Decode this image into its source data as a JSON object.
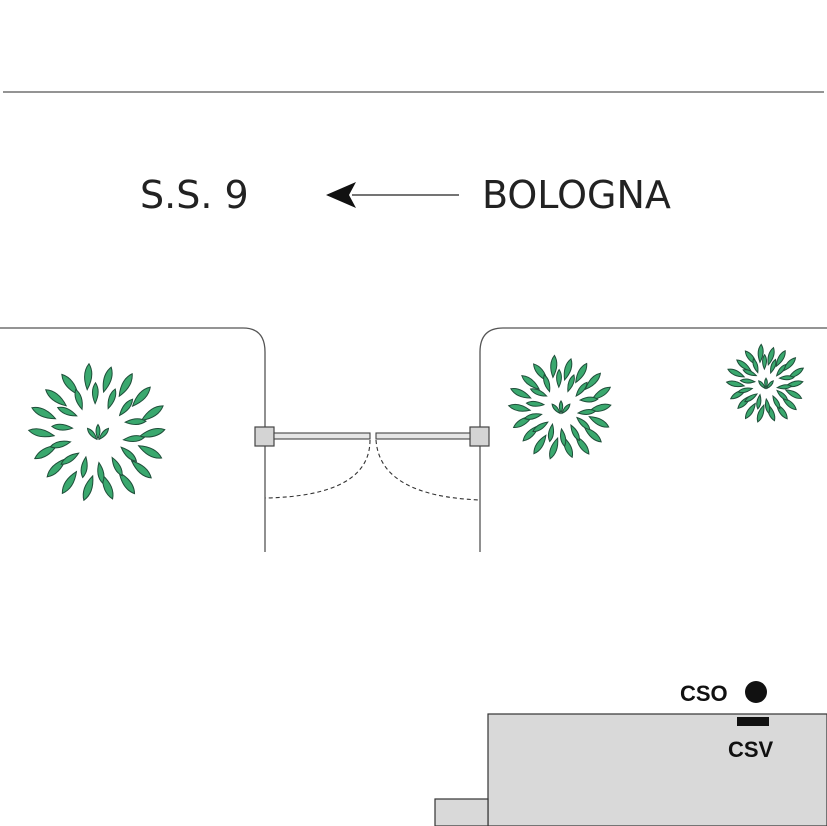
{
  "road": {
    "destination_left": "S.S. 9",
    "destination_right": "BOLOGNA",
    "arrow_direction": "left"
  },
  "gate": {
    "type": "swing-gate-double-leaf",
    "opening": "inward"
  },
  "building": {
    "cso_label": "CSO",
    "csv_label": "CSV"
  },
  "colors": {
    "line": "#555555",
    "foliage": "#3aa86e",
    "foliage_stroke": "#1f4f3a",
    "building_fill": "#d9d9d9",
    "post_fill": "#d4d4d4"
  },
  "trees": [
    {
      "name": "tree-left"
    },
    {
      "name": "tree-right-1"
    },
    {
      "name": "tree-right-2"
    }
  ]
}
